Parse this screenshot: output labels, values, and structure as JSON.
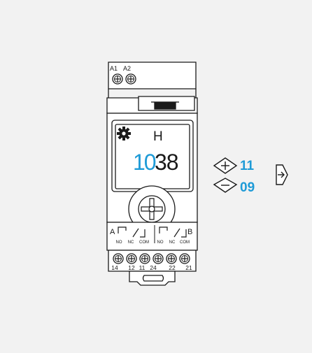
{
  "colors": {
    "background": "#f2f2f2",
    "line": "#1a1a1a",
    "accent": "#1e9bd7",
    "panel": "#ffffff"
  },
  "device": {
    "top_terminals": [
      "A1",
      "A2"
    ],
    "display": {
      "icon": "gear-icon",
      "mode_letter": "H",
      "digits_blue": "10",
      "digits_black": "38"
    },
    "relay_a_label": "A",
    "relay_b_label": "B",
    "contact_labels": [
      "NO",
      "NC",
      "COM",
      "NO",
      "NC",
      "COM"
    ],
    "bottom_terminals": [
      "14",
      "12",
      "11",
      "24",
      "22",
      "21"
    ]
  },
  "controls": {
    "plus_icon": "plus-arrow-up-icon",
    "plus_value": "11",
    "minus_icon": "minus-arrow-down-icon",
    "minus_value": "09",
    "next_icon": "right-arrow-icon"
  }
}
